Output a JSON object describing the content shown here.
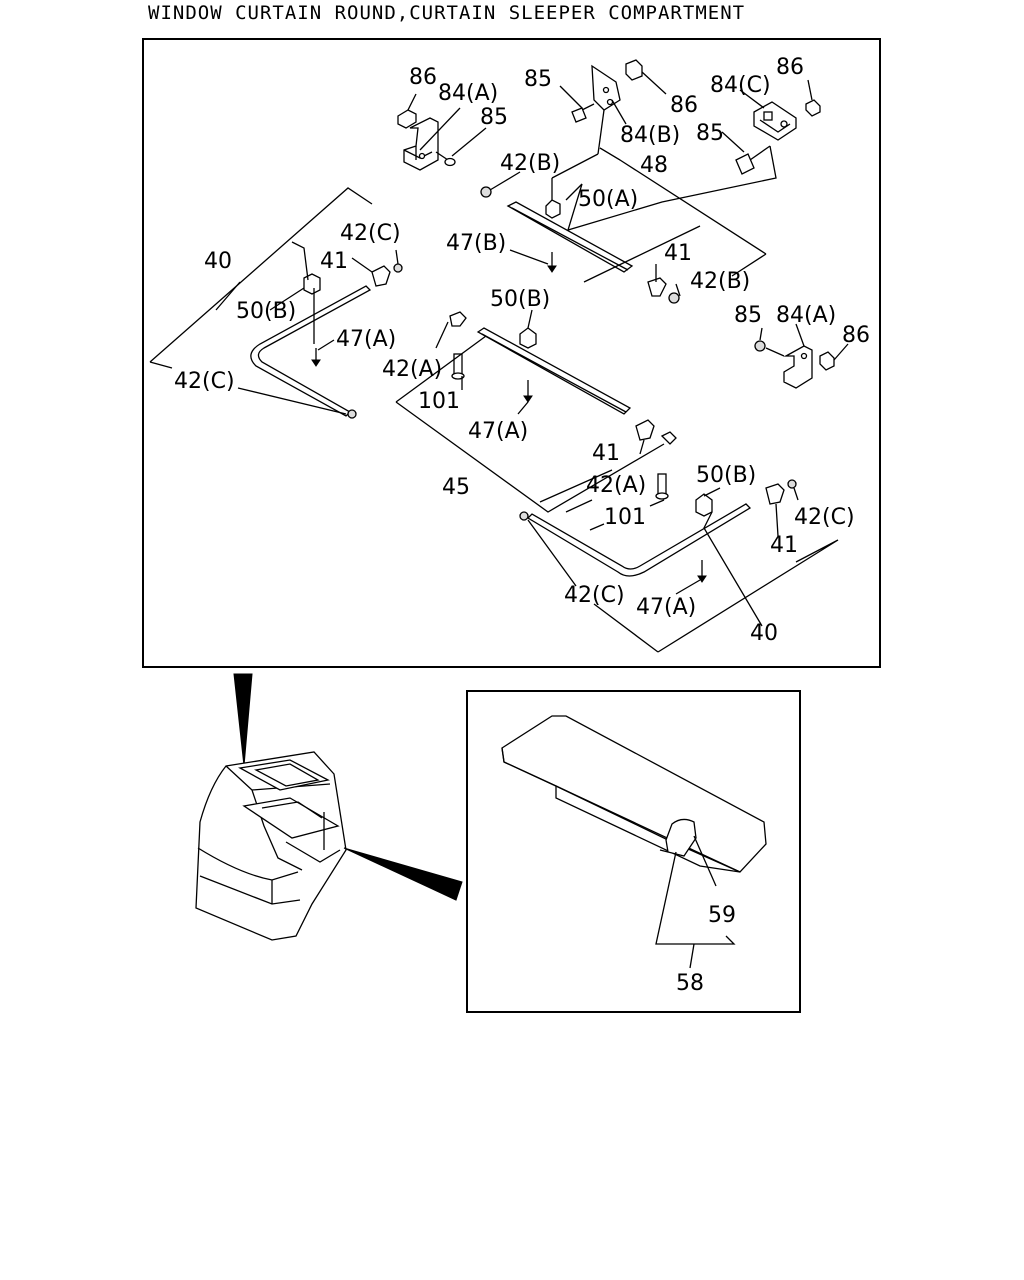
{
  "title": "WINDOW CURTAIN ROUND,CURTAIN SLEEPER COMPARTMENT",
  "labels": {
    "l86a": "86",
    "l84a_tl": "84(A)",
    "l85a": "85",
    "l85b": "85",
    "l86b": "86",
    "l84b": "84(B)",
    "l84c": "84(C)",
    "l86c": "86",
    "l85c": "85",
    "l42b_top": "42(B)",
    "l48": "48",
    "l50a": "50(A)",
    "l47b": "47(B)",
    "l41_mid": "41",
    "l42b_mid": "42(B)",
    "l42c_ul": "42(C)",
    "l40_l": "40",
    "l41_l": "41",
    "l50b_l": "50(B)",
    "l47a_l": "47(A)",
    "l42c_ll": "42(C)",
    "l85d": "85",
    "l84a_r": "84(A)",
    "l86d": "86",
    "l50b_c": "50(B)",
    "l42a_c": "42(A)",
    "l101_c": "101",
    "l47a_c": "47(A)",
    "l45": "45",
    "l41_c": "41",
    "l42a_r": "42(A)",
    "l101_r": "101",
    "l50b_r": "50(B)",
    "l42c_r": "42(C)",
    "l41_r": "41",
    "l42c_b": "42(C)",
    "l47a_b": "47(A)",
    "l40_r": "40",
    "l59": "59",
    "l58": "58"
  }
}
